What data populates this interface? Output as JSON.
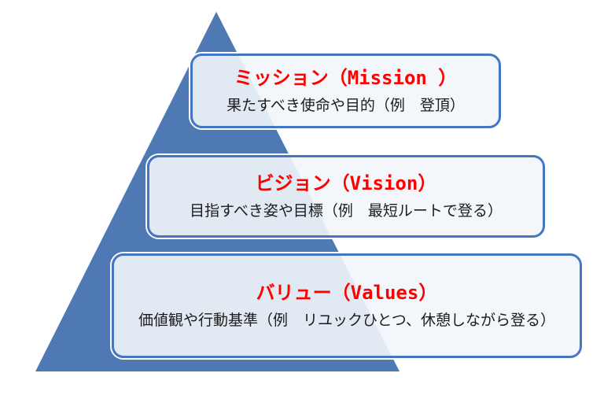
{
  "colors": {
    "triangle": "#4E79B4",
    "box_border": "#4576C3",
    "title_red": "#FF0000",
    "box_fill": "rgba(242,245,250,0.9)",
    "subtitle_text": "#1c1c1c",
    "background": "#ffffff"
  },
  "diagram": {
    "type": "pyramid",
    "levels": [
      {
        "id": "mission",
        "title": "ミッション（Mission ）",
        "subtitle": "果たすべき使命や目的（例　登頂）"
      },
      {
        "id": "vision",
        "title": "ビジョン（Vision）",
        "subtitle": "目指すべき姿や目標（例　最短ルートで登る）"
      },
      {
        "id": "values",
        "title": "バリュー（Values）",
        "subtitle": "価値観や行動基準（例　リユックひとつ、休憩しながら登る）"
      }
    ]
  }
}
